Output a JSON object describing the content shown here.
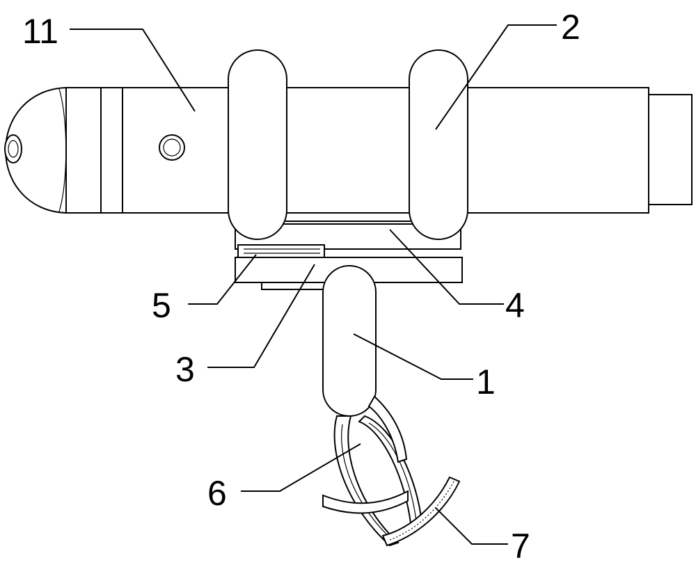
{
  "labels": {
    "l11": "11",
    "l2": "2",
    "l5": "5",
    "l4": "4",
    "l3": "3",
    "l1": "1",
    "l6": "6",
    "l7": "7"
  },
  "colors": {
    "stroke": "#000000",
    "background": "#ffffff"
  }
}
